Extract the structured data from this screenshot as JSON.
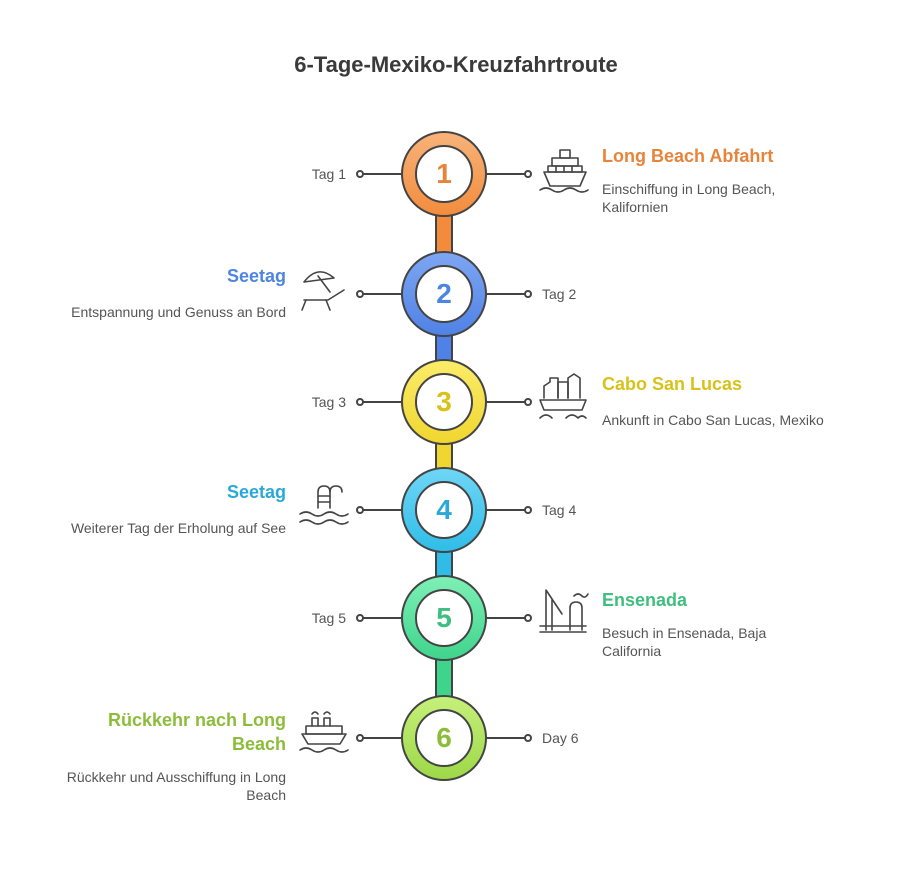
{
  "title": "6-Tage-Mexiko-Kreuzfahrtroute",
  "colors": {
    "orange": "#e8843a",
    "blue": "#4d86e0",
    "yellow": "#d8c21a",
    "cyan": "#2aa9d8",
    "green": "#3fbf7f",
    "lime": "#8cbd3a"
  },
  "steps": [
    {
      "num": "1",
      "day": "Tag 1",
      "heading": "Long Beach Abfahrt",
      "desc": "Einschiffung in Long Beach, Kalifornien",
      "icon": "cruise-ship-icon"
    },
    {
      "num": "2",
      "day": "Tag 2",
      "heading": "Seetag",
      "desc": "Entspannung und Genuss an Bord",
      "icon": "lounge-chair-umbrella-icon"
    },
    {
      "num": "3",
      "day": "Tag 3",
      "heading": "Cabo San Lucas",
      "desc": "Ankunft in Cabo San Lucas, Mexiko",
      "icon": "coastal-town-icon"
    },
    {
      "num": "4",
      "day": "Tag 4",
      "heading": "Seetag",
      "desc": "Weiterer Tag der Erholung auf See",
      "icon": "pool-ladder-icon"
    },
    {
      "num": "5",
      "day": "Tag 5",
      "heading": "Ensenada",
      "desc": "Besuch in Ensenada, Baja California",
      "icon": "harbor-icon"
    },
    {
      "num": "6",
      "day": "Day 6",
      "heading": "Rückkehr nach Long Beach",
      "desc": "Rückkehr und Ausschiffung in Long Beach",
      "icon": "return-ship-icon"
    }
  ]
}
